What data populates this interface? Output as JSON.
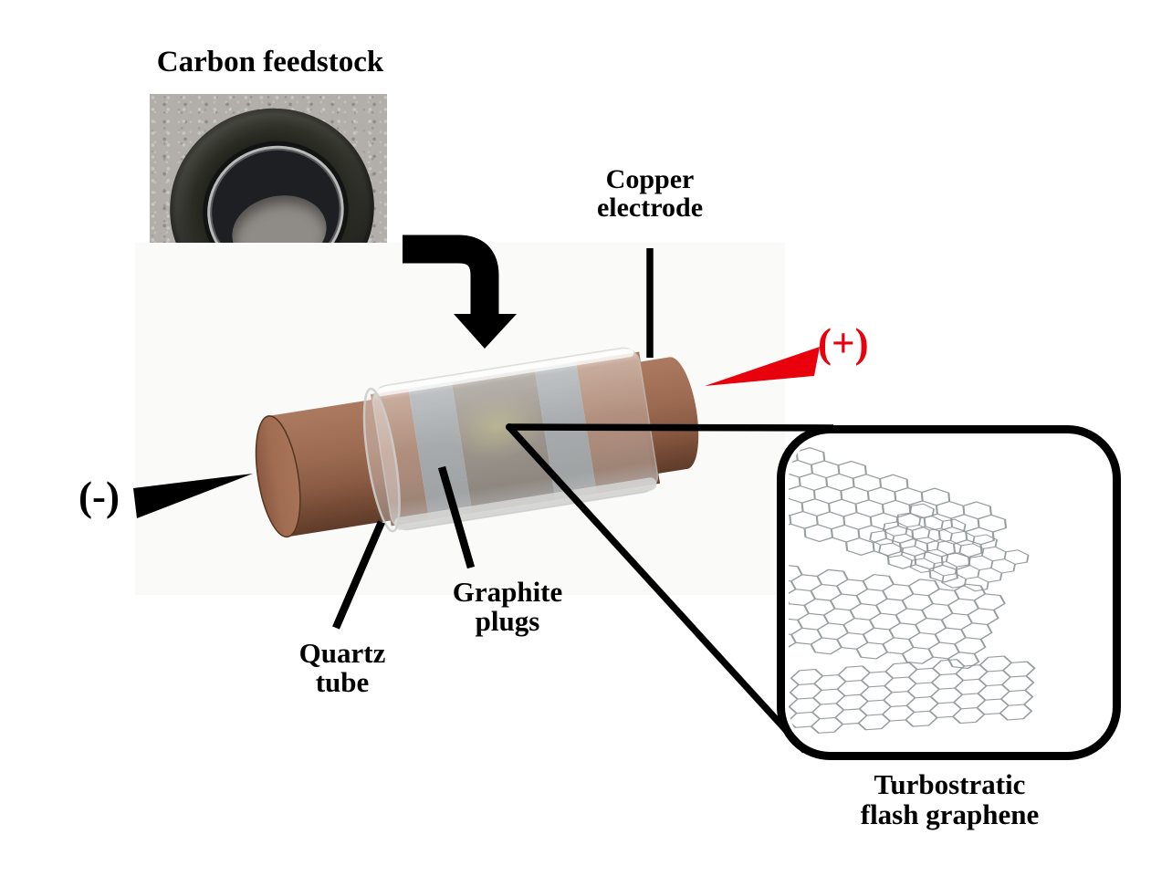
{
  "figure": {
    "title": "Carbon feedstock",
    "labels": {
      "copper_electrode": [
        "Copper",
        "electrode"
      ],
      "graphite_plugs": [
        "Graphite",
        "plugs"
      ],
      "quartz_tube": [
        "Quartz",
        "tube"
      ],
      "inset_caption": [
        "Turbostratic",
        "flash graphene"
      ],
      "positive_terminal": "(+)",
      "negative_terminal": "(-)"
    },
    "colors": {
      "positive_terminal": "#e8000d",
      "negative_terminal": "#000000",
      "copper": "#9a6850",
      "graphite_plug": "#85898c",
      "quartz": "#e9e9e9",
      "carbon_feedstock": "#6f655c",
      "flash_glow": "#b8b766",
      "lattice": "#8d9496",
      "arrow": "#000000"
    }
  }
}
